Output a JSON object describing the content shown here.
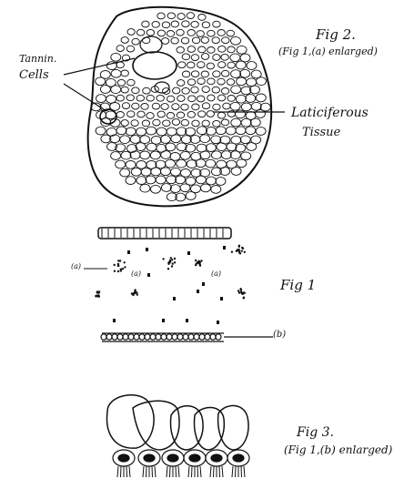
{
  "fig2": {
    "title": "Fig 2.",
    "subtitle": "(Fig 1,(a) enlarged)",
    "label_tannin_line1": "Tannin.",
    "label_tannin_line2": "Cells",
    "label_laticiferous_line1": "Laticiferous",
    "label_laticiferous_line2": "Tissue"
  },
  "fig1": {
    "title": "Fig 1",
    "label_a": "(a)",
    "label_a2": "(a)",
    "label_a3": "(a)",
    "label_b": "(b)"
  },
  "fig3": {
    "title": "Fig 3.",
    "subtitle": "(Fig 1,(b) enlarged)"
  },
  "colors": {
    "ink": "#111111",
    "paper": "#ffffff"
  }
}
